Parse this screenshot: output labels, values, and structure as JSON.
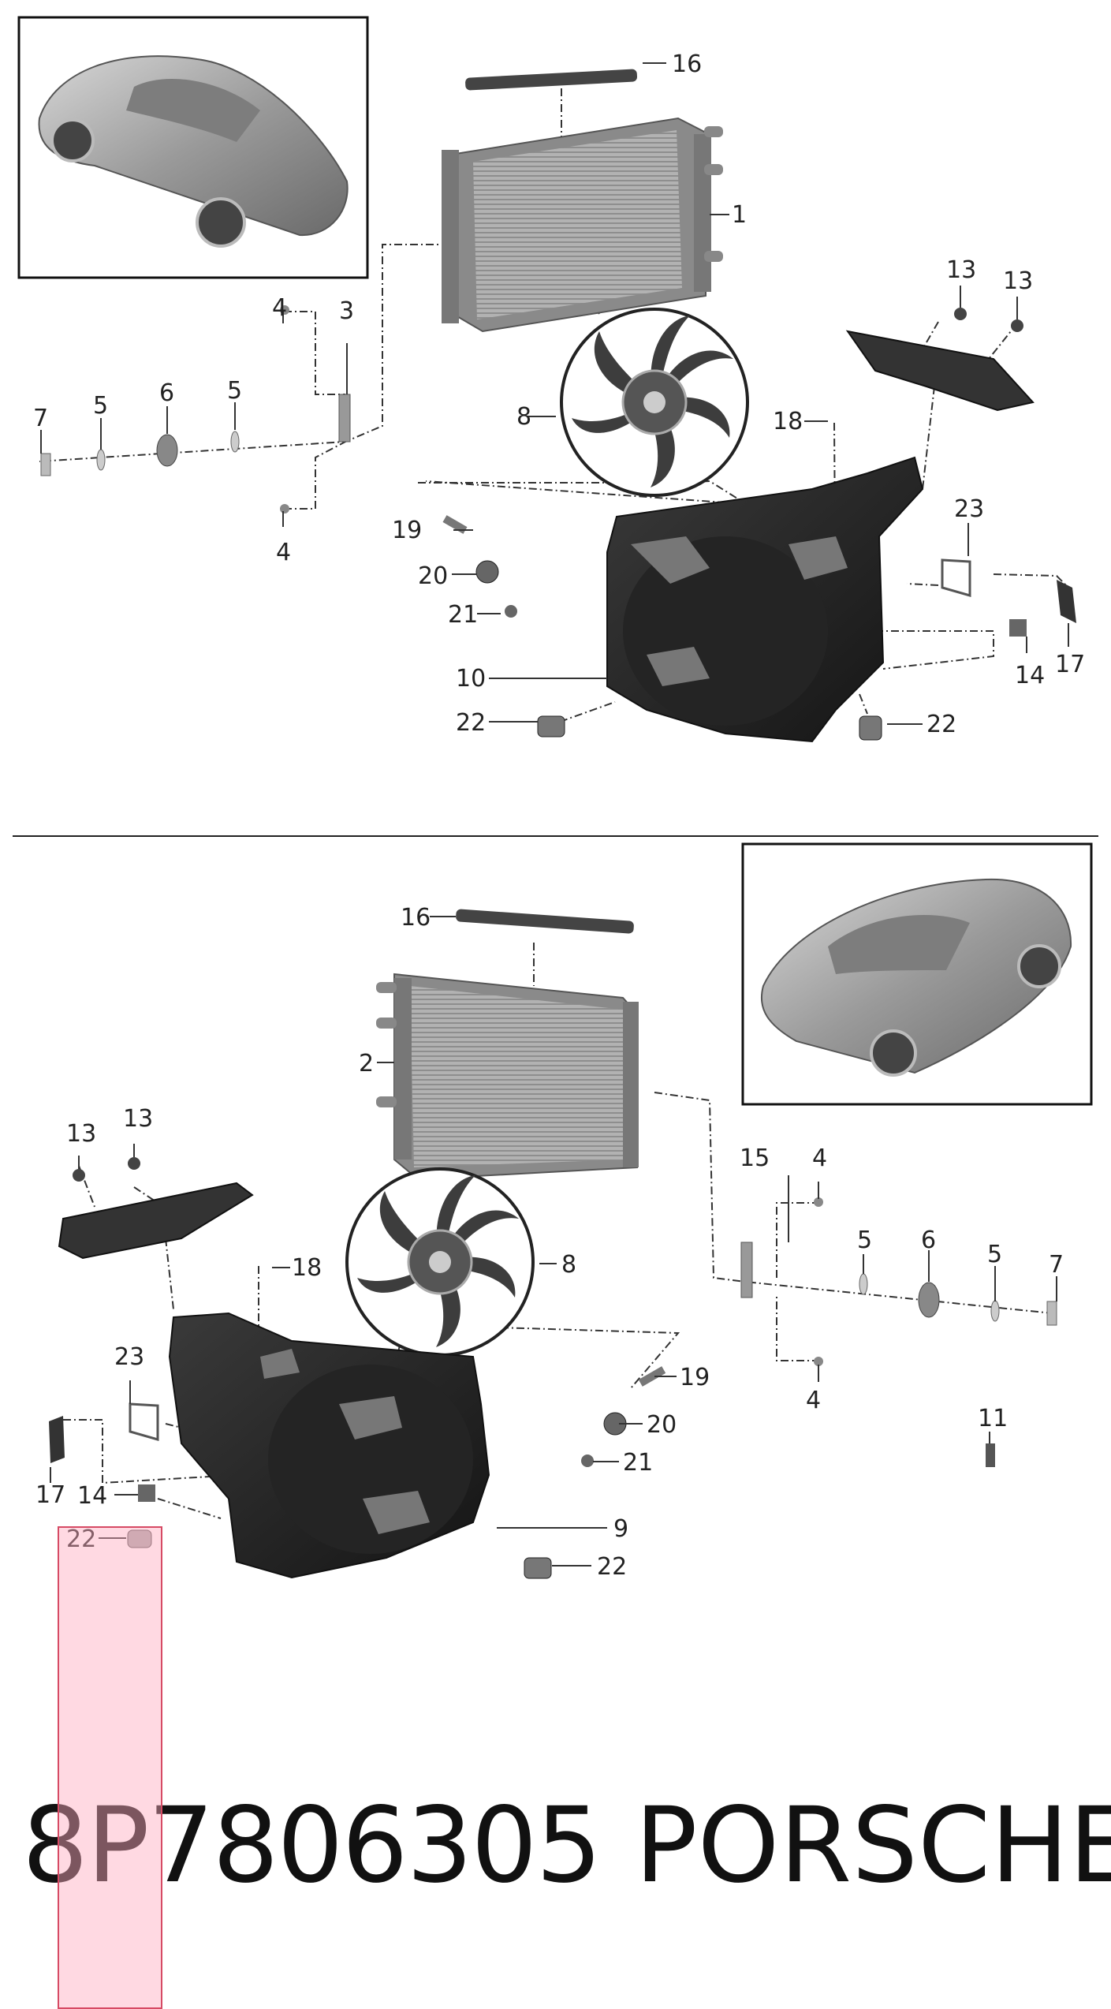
{
  "diagram": {
    "top": {
      "callouts": [
        "16",
        "1",
        "13",
        "13",
        "4",
        "3",
        "7",
        "5",
        "6",
        "5",
        "8",
        "18",
        "4",
        "19",
        "23",
        "20",
        "21",
        "10",
        "22",
        "14",
        "17",
        "22"
      ]
    },
    "bottom": {
      "callouts": [
        "16",
        "2",
        "13",
        "13",
        "15",
        "4",
        "18",
        "8",
        "5",
        "6",
        "5",
        "7",
        "23",
        "19",
        "20",
        "21",
        "11",
        "4",
        "17",
        "14",
        "22",
        "9",
        "22"
      ]
    }
  },
  "footer": {
    "part_number": "8P7806305",
    "brand": "PORSCHE"
  },
  "colors": {
    "ink": "#222222",
    "part_dark": "#2a2a2a",
    "part_light": "#c8c8c8",
    "highlight": "#ffb0c0"
  }
}
